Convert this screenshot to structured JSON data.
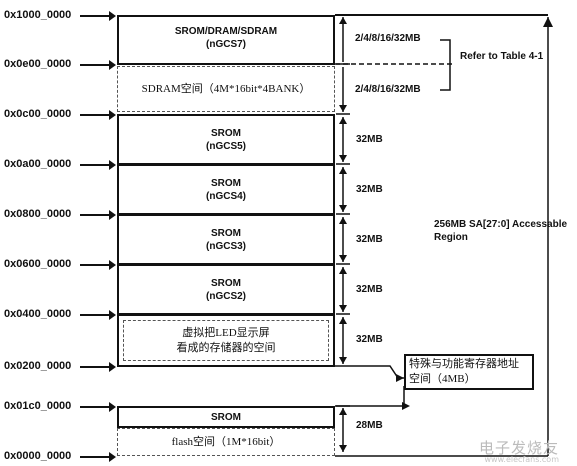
{
  "addresses": [
    "0x1000_0000",
    "0x0e00_0000",
    "0x0c00_0000",
    "0x0a00_0000",
    "0x0800_0000",
    "0x0600_0000",
    "0x0400_0000",
    "0x0200_0000",
    "0x01c0_0000",
    "0x0000_0000"
  ],
  "blocks": {
    "bank7": [
      "SROM/DRAM/SDRAM",
      "(nGCS7)"
    ],
    "sdram": "SDRAM空间（4M*16bit*4BANK）",
    "bank5": [
      "SROM",
      "(nGCS5)"
    ],
    "bank4": [
      "SROM",
      "(nGCS4)"
    ],
    "bank3": [
      "SROM",
      "(nGCS3)"
    ],
    "bank2": [
      "SROM",
      "(nGCS2)"
    ],
    "led": [
      "虚拟把LED显示屏",
      "看成的存储器的空间"
    ],
    "srom_low": "SROM",
    "flash": "flash空间（1M*16bit）"
  },
  "sizes": {
    "upper1": "2/4/8/16/32MB",
    "upper2": "2/4/8/16/32MB",
    "s5": "32MB",
    "s4": "32MB",
    "s3": "32MB",
    "s2": "32MB",
    "s1": "32MB",
    "s0": "28MB"
  },
  "refer": [
    "Refer to",
    "Table 4-1"
  ],
  "region": [
    "256MB SA[27:0]",
    "Accessable Region"
  ],
  "special": "特殊与功能寄存器地址空间（4MB）",
  "watermark": {
    "main": "电子发烧友",
    "sub": "www.elecfans.com"
  },
  "colors": {
    "line": "#111111",
    "background": "#ffffff"
  }
}
